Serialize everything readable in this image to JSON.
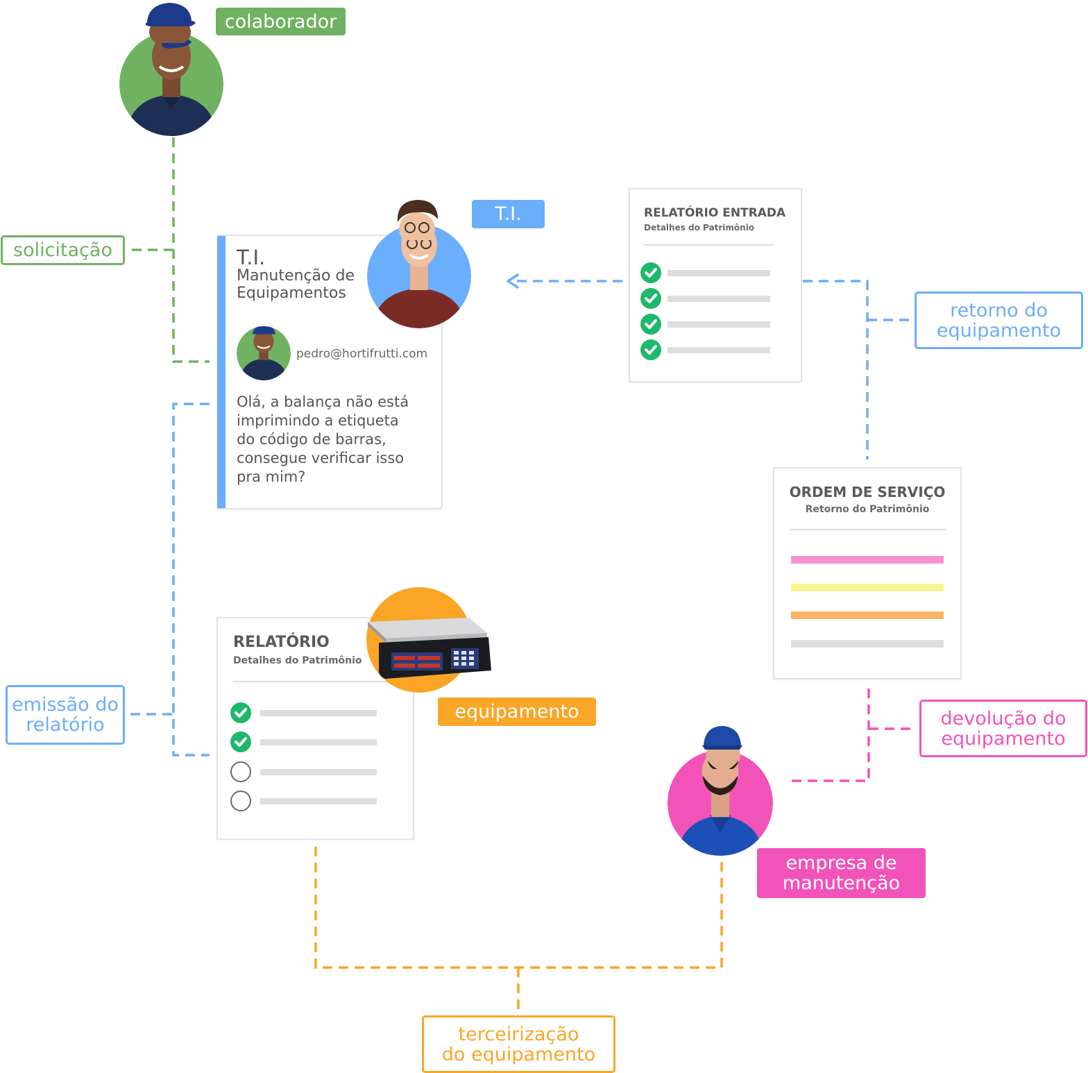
{
  "colors": {
    "green": "#70b262",
    "blue": "#6aaefc",
    "orange": "#fba526",
    "pink": "#f253b9",
    "check_green": "#1db86b"
  },
  "labels": {
    "colaborador": "colaborador",
    "solicitacao": "solicitação",
    "ti": "T.I.",
    "retorno": [
      "retorno do",
      "equipamento"
    ],
    "emissao": [
      "emissão do",
      "relatório"
    ],
    "equipamento": "equipamento",
    "devolucao": [
      "devolução do",
      "equipamento"
    ],
    "empresa": [
      "empresa de",
      "manutenção"
    ],
    "terceirizacao": [
      "terceirização",
      "do equipamento"
    ]
  },
  "message_card": {
    "title": "T.I.",
    "subtitle_line1": "Manutenção de",
    "subtitle_line2": "Equipamentos",
    "email": "pedro@hortifrutti.com",
    "body_lines": [
      "Olá, a balança não está",
      "imprimindo a etiqueta",
      "do código de barras,",
      "consegue verificar isso",
      "pra mim?"
    ]
  },
  "relatorio_entrada": {
    "title": "RELATÓRIO ENTRADA",
    "subtitle": "Detalhes do Patrimônio",
    "items": [
      {
        "checked": true
      },
      {
        "checked": true
      },
      {
        "checked": true
      },
      {
        "checked": true
      }
    ]
  },
  "ordem_servico": {
    "title": "ORDEM DE SERVIÇO",
    "subtitle": "Retorno do Patrimônio",
    "bar_colors": [
      "#f792d4",
      "#f9f594",
      "#fbb466",
      "#dedede"
    ]
  },
  "relatorio": {
    "title": "RELATÓRIO",
    "subtitle": "Detalhes do Patrimônio",
    "items": [
      {
        "checked": true
      },
      {
        "checked": true
      },
      {
        "checked": false
      },
      {
        "checked": false
      }
    ]
  },
  "icons": {
    "avatar_colaborador": "worker-avatar",
    "avatar_ti": "it-person-avatar",
    "avatar_mechanic": "mechanic-avatar",
    "scale": "digital-scale-image",
    "check": "check-icon",
    "arrow": "arrow-left-icon"
  }
}
